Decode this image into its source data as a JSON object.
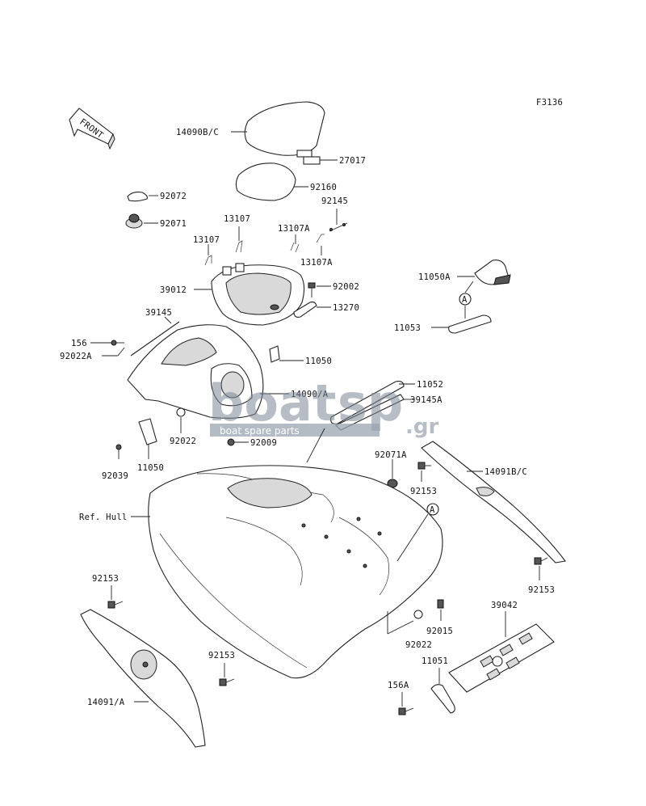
{
  "figure_code": "F3136",
  "front_label": "FRONT",
  "watermark": {
    "brand_left": "boat",
    "brand_right": "sp",
    "tld": ".gr",
    "tagline": "boat spare parts"
  },
  "callout_letter": "A",
  "parts": {
    "p14090bc": "14090B/C",
    "p27017": "27017",
    "p92160": "92160",
    "p92072": "92072",
    "p92145": "92145",
    "p13107_a": "13107",
    "p92071": "92071",
    "p13107a_a": "13107A",
    "p13107_b": "13107",
    "p13107a_b": "13107A",
    "p11050a": "11050A",
    "p39012": "39012",
    "p92002": "92002",
    "p13270": "13270",
    "p11053": "11053",
    "p39145": "39145",
    "p156": "156",
    "p92022a": "92022A",
    "p11050_a": "11050",
    "p11052": "11052",
    "p14090a": "14090/A",
    "p39145a": "39145A",
    "p92022_a": "92022",
    "p92009": "92009",
    "p92039": "92039",
    "p11050_b": "11050",
    "p92071a": "92071A",
    "p92153_a": "92153",
    "p14091bc": "14091B/C",
    "ref_hull": "Ref. Hull",
    "p92153_b": "92153",
    "p92153_c": "92153",
    "p39042": "39042",
    "p92015": "92015",
    "p92022_b": "92022",
    "p92153_d": "92153",
    "p11051": "11051",
    "p156a": "156A",
    "p14091a": "14091/A"
  }
}
